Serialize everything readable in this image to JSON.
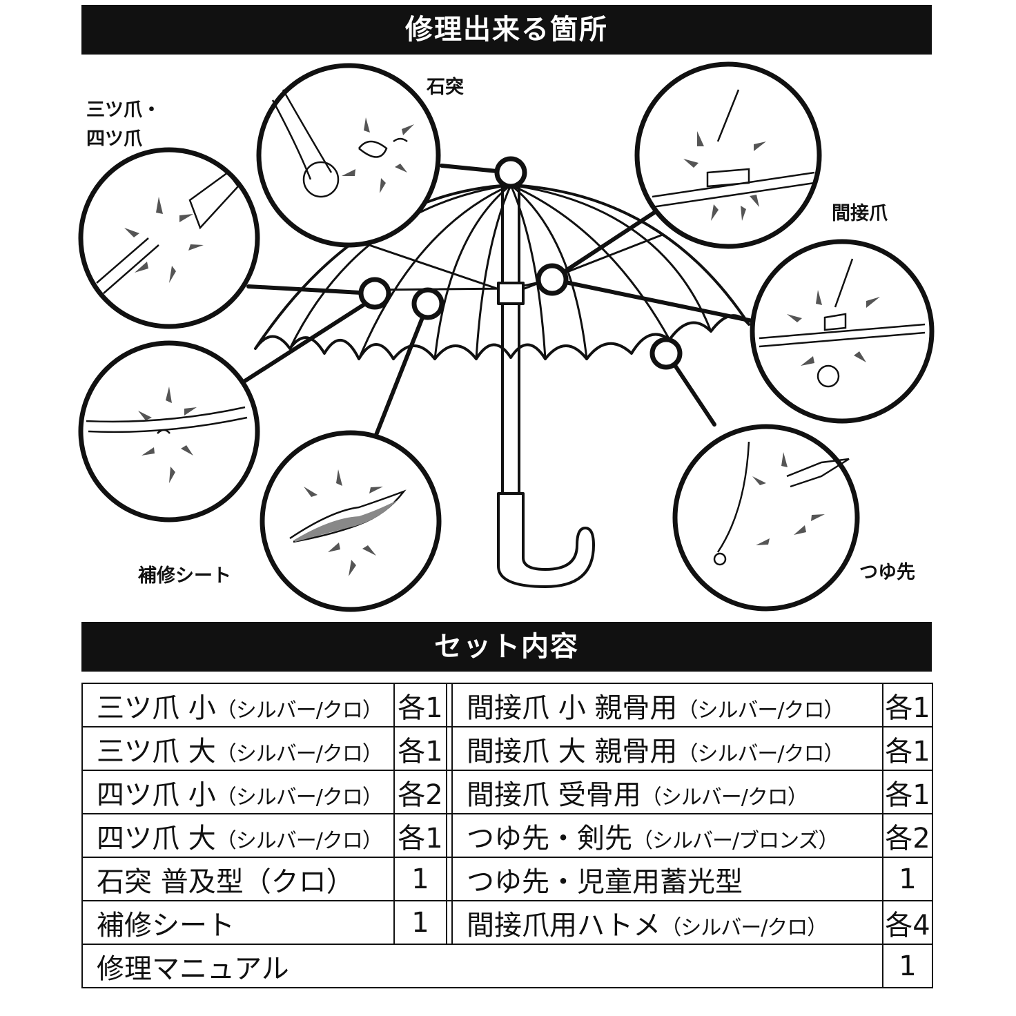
{
  "header": {
    "title": "修理出来る箇所"
  },
  "callouts": {
    "mitsu_yotsu_line1": "三ツ爪・",
    "mitsu_yotsu_line2": "四ツ爪",
    "ishizuki": "石突",
    "kansetsu": "間接爪",
    "hoshu": "補修シート",
    "tsuyusaki": "つゆ先"
  },
  "section2": {
    "title": "セット内容"
  },
  "set_items": {
    "rows": [
      {
        "left": "三ツ爪 小",
        "left_note": "（シルバー/クロ）",
        "left_qty": "各1",
        "right": "間接爪 小 親骨用",
        "right_note": "（シルバー/クロ）",
        "right_qty": "各1"
      },
      {
        "left": "三ツ爪 大",
        "left_note": "（シルバー/クロ）",
        "left_qty": "各1",
        "right": "間接爪 大 親骨用",
        "right_note": "（シルバー/クロ）",
        "right_qty": "各1"
      },
      {
        "left": "四ツ爪 小",
        "left_note": "（シルバー/クロ）",
        "left_qty": "各2",
        "right": "間接爪 受骨用",
        "right_note": "（シルバー/クロ）",
        "right_qty": "各1"
      },
      {
        "left": "四ツ爪 大",
        "left_note": "（シルバー/クロ）",
        "left_qty": "各1",
        "right": "つゆ先・剣先",
        "right_note": "（シルバー/ブロンズ）",
        "right_qty": "各2"
      },
      {
        "left": "石突 普及型（クロ）",
        "left_note": "",
        "left_qty": "1",
        "right": "つゆ先・児童用蓄光型",
        "right_note": "",
        "right_qty": "1"
      },
      {
        "left": "補修シート",
        "left_note": "",
        "left_qty": "1",
        "right": "間接爪用ハトメ",
        "right_note": "（シルバー/クロ）",
        "right_qty": "各4"
      }
    ],
    "last": {
      "label": "修理マニュアル",
      "qty": "1"
    }
  }
}
